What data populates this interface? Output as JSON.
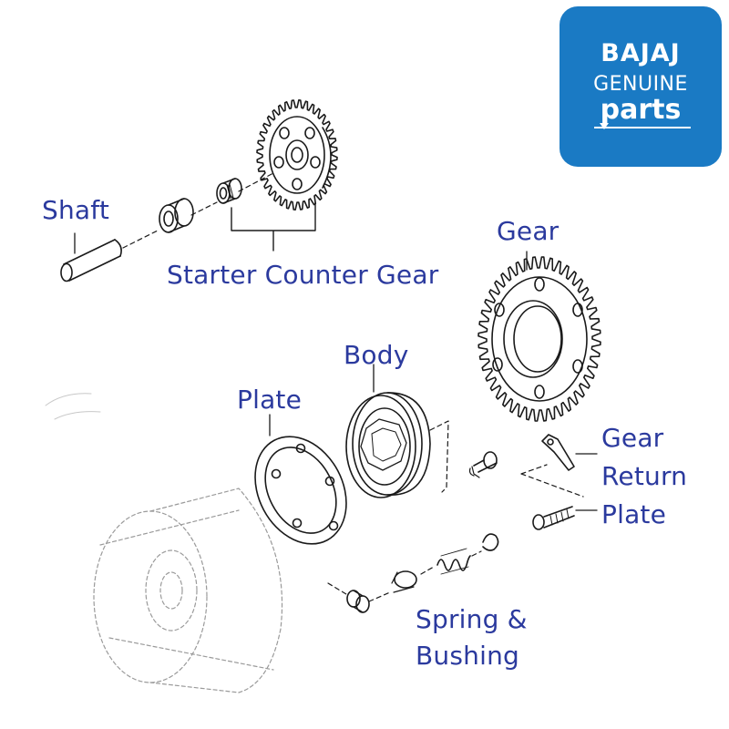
{
  "labels": {
    "shaft": "Shaft",
    "starter_counter_gear": "Starter Counter Gear",
    "gear": "Gear",
    "body": "Body",
    "plate": "Plate",
    "gear_return_plate": "Gear\nReturn\nPlate",
    "spring_bushing": "Spring &\nBushing"
  },
  "logo": {
    "brand": "BAJAJ",
    "line2": "GENUINE",
    "line3": "parts"
  },
  "colors": {
    "label_text": "#2b3a9e",
    "logo_bg": "#1a7ac4",
    "line_art": "#1a1a1a"
  }
}
